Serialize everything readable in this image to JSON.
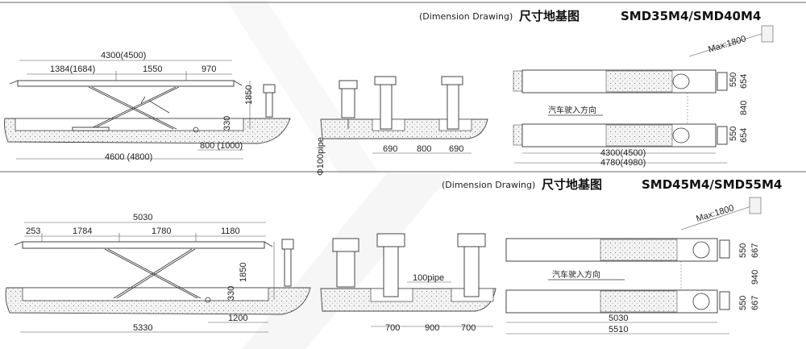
{
  "section1": {
    "title_prefix": "(Dimension Drawing)",
    "title_cn": "尺寸地基图",
    "title_model": "SMD35M4/SMD40M4",
    "side": {
      "overall": "4300(4500)",
      "seg1": "1384(1684)",
      "seg2": "1550",
      "seg3": "970",
      "height": "1850",
      "pit_depth": "330",
      "offset": "800 (1000)",
      "pit_length": "4600 (4800)"
    },
    "front": {
      "pipe": "Φ100pipe",
      "w1": "690",
      "w2": "800",
      "w3": "690"
    },
    "plan": {
      "max": "Max:1800",
      "a1": "550",
      "b1": "654",
      "gap": "840",
      "a2": "550",
      "b2": "654",
      "direction": "汽车驶入方向",
      "len1": "4300(4500)",
      "len2": "4780(4980)"
    }
  },
  "section2": {
    "title_prefix": "(Dimension Drawing)",
    "title_cn": "尺寸地基图",
    "title_model": "SMD45M4/SMD55M4",
    "side": {
      "overall": "5030",
      "seg0": "253",
      "seg1": "1784",
      "seg2": "1780",
      "seg3": "1180",
      "height": "1850",
      "pit_depth": "330",
      "offset": "1200",
      "pit_length": "5330"
    },
    "front": {
      "pipe": "100pipe",
      "w1": "700",
      "w2": "900",
      "w3": "700"
    },
    "plan": {
      "max": "Max:1800",
      "a1": "550",
      "b1": "667",
      "gap": "940",
      "a2": "550",
      "b2": "667",
      "direction": "汽车驶入方向",
      "len1": "5030",
      "len2": "5510"
    }
  }
}
